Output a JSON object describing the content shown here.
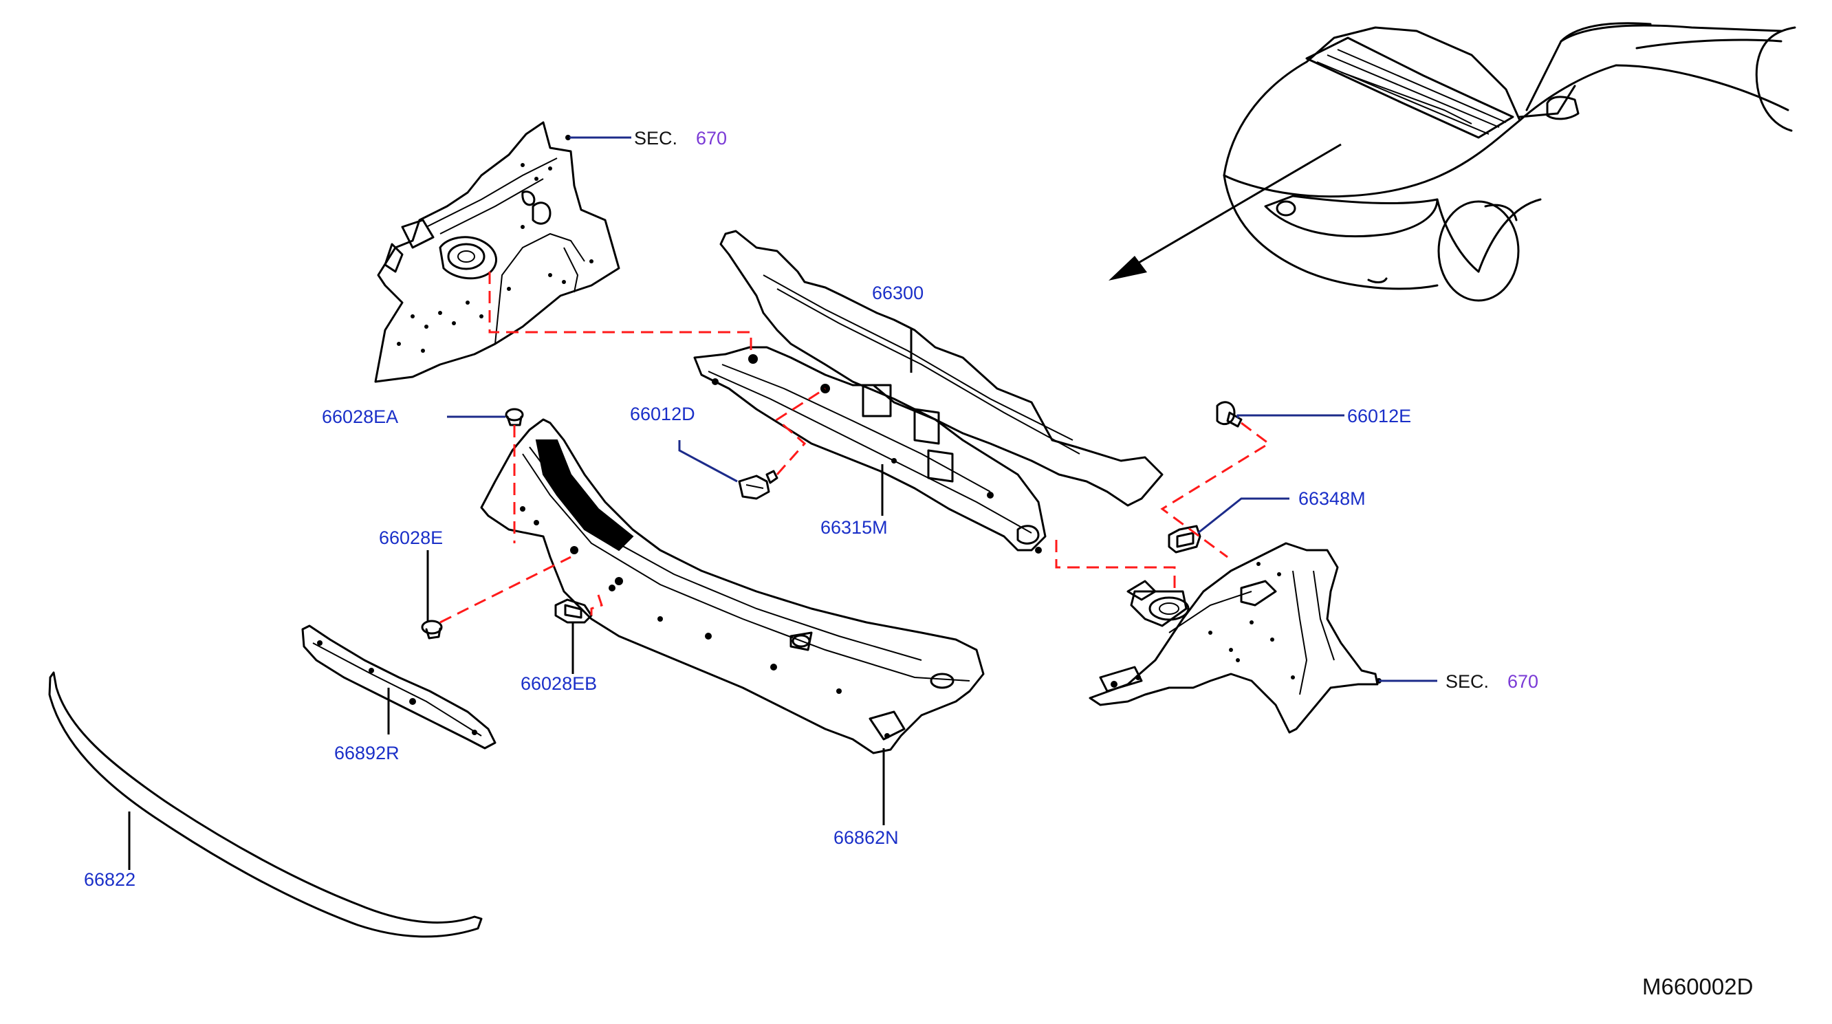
{
  "parts": {
    "p66300": "66300",
    "p66012D": "66012D",
    "p66315M": "66315M",
    "p66028EA": "66028EA",
    "p66028E": "66028E",
    "p66028EB": "66028EB",
    "p66892R": "66892R",
    "p66862N": "66862N",
    "p66822": "66822",
    "p66012E": "66012E",
    "p66348M": "66348M"
  },
  "section_refs": [
    {
      "prefix": "SEC.",
      "number": "670"
    },
    {
      "prefix": "SEC.",
      "number": "670"
    }
  ],
  "diagram_code": "M660002D",
  "colors": {
    "label": "#1a2fc8",
    "section_number": "#7a3ad6",
    "dashed_connector": "#ff1a1a",
    "line": "#000000"
  }
}
